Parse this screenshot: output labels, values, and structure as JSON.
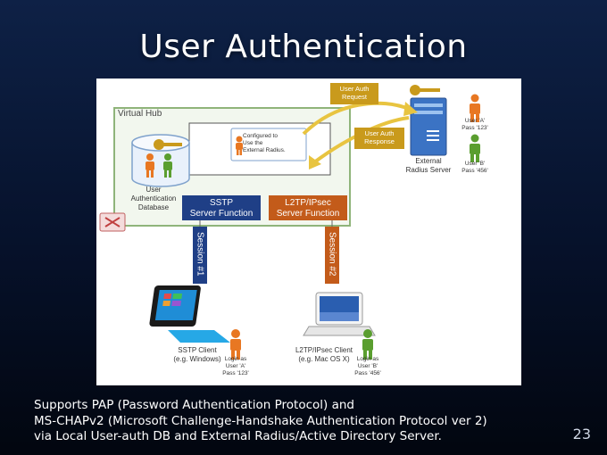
{
  "slide": {
    "title": "User Authentication",
    "page_number": "23",
    "caption_lines": [
      "Supports PAP (Password Authentication Protocol) and",
      "MS-CHAPv2 (Microsoft Challenge-Handshake Authentication Protocol ver 2)",
      "via Local User-auth DB and External Radius/Active Directory Server."
    ]
  },
  "diagram": {
    "virtual_hub_label": "Virtual Hub",
    "user_auth_db_label": [
      "User",
      "Authentication",
      "Database"
    ],
    "configured_note": [
      "Configured to",
      "Use the",
      "External Radius."
    ],
    "sstp_function": [
      "SSTP",
      "Server Function"
    ],
    "l2tp_function": [
      "L2TP/IPsec",
      "Server Function"
    ],
    "session_1": "Session #1",
    "session_2": "Session #2",
    "auth_request": [
      "User Auth",
      "Request"
    ],
    "auth_response": [
      "User Auth",
      "Response"
    ],
    "radius_server": [
      "External",
      "Radius Server"
    ],
    "user_a_cred": [
      "User 'A'",
      "Pass '123'"
    ],
    "user_b_cred": [
      "User 'B'",
      "Pass '456'"
    ],
    "sstp_client": [
      "SSTP Client",
      "(e.g. Windows)"
    ],
    "sstp_login": [
      "Login as",
      "User 'A'",
      "Pass '123'"
    ],
    "l2tp_client": [
      "L2TP/IPsec Client",
      "(e.g. Mac OS X)"
    ],
    "l2tp_login": [
      "Login as",
      "User 'B'",
      "Pass '456'"
    ],
    "colors": {
      "hub_border": "#8fb47a",
      "hub_fill": "#f2f7ee",
      "sstp": "#1f3f86",
      "l2tp": "#c35b1a",
      "gold": "#c99a1c",
      "orange_person": "#e87722",
      "green_person": "#5a9e2f"
    }
  }
}
